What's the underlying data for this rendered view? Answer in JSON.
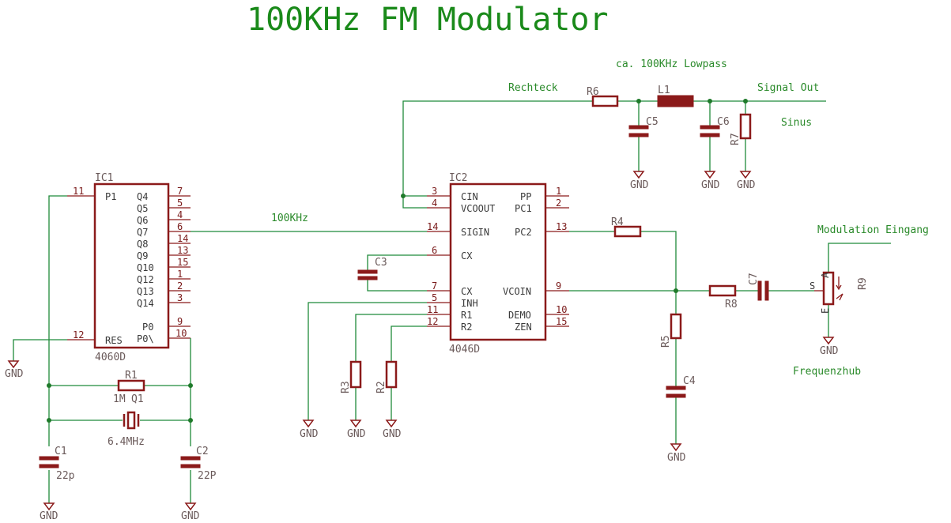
{
  "title": "100KHz FM Modulator",
  "labels": {
    "lowpass": "ca. 100KHz Lowpass",
    "rechteck": "Rechteck",
    "signal_out": "Signal Out",
    "sinus": "Sinus",
    "net_100khz": "100KHz",
    "modulation": "Modulation Eingang",
    "frequenzhub": "Frequenzhub",
    "gnd": "GND"
  },
  "ic1": {
    "name": "IC1",
    "value": "4060D",
    "left_pins": [
      {
        "num": "11",
        "label": "P1"
      },
      {
        "num": "12",
        "label": "RES"
      }
    ],
    "right_pins": [
      {
        "num": "7",
        "label": "Q4"
      },
      {
        "num": "5",
        "label": "Q5"
      },
      {
        "num": "4",
        "label": "Q6"
      },
      {
        "num": "6",
        "label": "Q7"
      },
      {
        "num": "14",
        "label": "Q8"
      },
      {
        "num": "13",
        "label": "Q9"
      },
      {
        "num": "15",
        "label": "Q10"
      },
      {
        "num": "1",
        "label": "Q12"
      },
      {
        "num": "2",
        "label": "Q13"
      },
      {
        "num": "3",
        "label": "Q14"
      },
      {
        "num": "9",
        "label": "P0"
      },
      {
        "num": "10",
        "label": "P0\\"
      }
    ]
  },
  "ic2": {
    "name": "IC2",
    "value": "4046D",
    "left_pins": [
      {
        "num": "3",
        "label": "CIN"
      },
      {
        "num": "4",
        "label": "VCOOUT"
      },
      {
        "num": "14",
        "label": "SIGIN"
      },
      {
        "num": "6",
        "label": "CX"
      },
      {
        "num": "7",
        "label": "CX"
      },
      {
        "num": "5",
        "label": "INH"
      },
      {
        "num": "11",
        "label": "R1"
      },
      {
        "num": "12",
        "label": "R2"
      }
    ],
    "right_pins": [
      {
        "num": "1",
        "label": "PP"
      },
      {
        "num": "2",
        "label": "PC1"
      },
      {
        "num": "13",
        "label": "PC2"
      },
      {
        "num": "9",
        "label": "VCOIN"
      },
      {
        "num": "10",
        "label": "DEMO"
      },
      {
        "num": "15",
        "label": "ZEN"
      }
    ]
  },
  "components": {
    "R1": {
      "name": "R1",
      "value": "1M"
    },
    "Q1": {
      "name": "Q1",
      "value": "6.4MHz"
    },
    "C1": {
      "name": "C1",
      "value": "22p"
    },
    "C2": {
      "name": "C2",
      "value": "22P"
    },
    "C3": {
      "name": "C3"
    },
    "C4": {
      "name": "C4"
    },
    "C5": {
      "name": "C5"
    },
    "C6": {
      "name": "C6"
    },
    "C7": {
      "name": "C7"
    },
    "L1": {
      "name": "L1"
    },
    "R2": {
      "name": "R2"
    },
    "R3": {
      "name": "R3"
    },
    "R4": {
      "name": "R4"
    },
    "R5": {
      "name": "R5"
    },
    "R6": {
      "name": "R6"
    },
    "R7": {
      "name": "R7"
    },
    "R8": {
      "name": "R8"
    },
    "R9": {
      "name": "R9",
      "pin_s": "S",
      "pin_a": "A",
      "pin_e": "E"
    }
  }
}
